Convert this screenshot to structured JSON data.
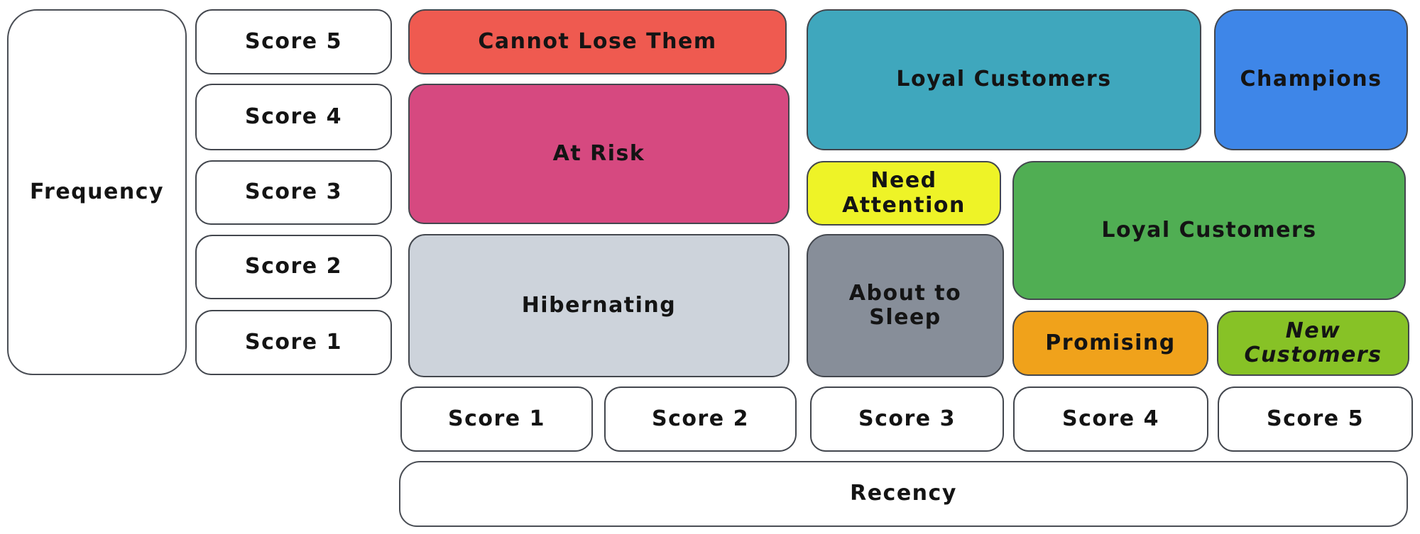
{
  "diagram": {
    "type": "rfm-customer-segmentation-matrix",
    "axes": {
      "frequency": {
        "label": "Frequency",
        "scores": [
          "Score 5",
          "Score 4",
          "Score 3",
          "Score 2",
          "Score 1"
        ]
      },
      "recency": {
        "label": "Recency",
        "scores": [
          "Score 1",
          "Score 2",
          "Score 3",
          "Score 4",
          "Score 5"
        ]
      }
    },
    "segments": {
      "cannot_lose_them": {
        "label": "Cannot Lose Them",
        "color": "#ef5a50",
        "recency": "1-2",
        "frequency": "5"
      },
      "at_risk": {
        "label": "At Risk",
        "color": "#d64980",
        "recency": "1-2",
        "frequency": "3-4"
      },
      "hibernating": {
        "label": "Hibernating",
        "color": "#cdd3db",
        "recency": "1-2",
        "frequency": "1-2"
      },
      "loyal_customers_top": {
        "label": "Loyal Customers",
        "color": "#3fa7bd",
        "recency": "3-4",
        "frequency": "4-5"
      },
      "champions": {
        "label": "Champions",
        "color": "#3e86e8",
        "recency": "5",
        "frequency": "4-5"
      },
      "need_attention": {
        "label": "Need Attention",
        "color": "#eef327",
        "recency": "3",
        "frequency": "3"
      },
      "loyal_customers_right": {
        "label": "Loyal Customers",
        "color": "#50ae53",
        "recency": "4-5",
        "frequency": "2-3"
      },
      "about_to_sleep": {
        "label": "About to Sleep",
        "color": "#878e99",
        "recency": "3",
        "frequency": "1-2"
      },
      "promising": {
        "label": "Promising",
        "color": "#f0a21b",
        "recency": "4",
        "frequency": "1"
      },
      "new_customers": {
        "label": "New Customers",
        "color": "#87c226",
        "recency": "5",
        "frequency": "1"
      }
    },
    "style": {
      "stroke_color": "#43474e",
      "text_color": "#141414",
      "background": "#ffffff"
    }
  }
}
